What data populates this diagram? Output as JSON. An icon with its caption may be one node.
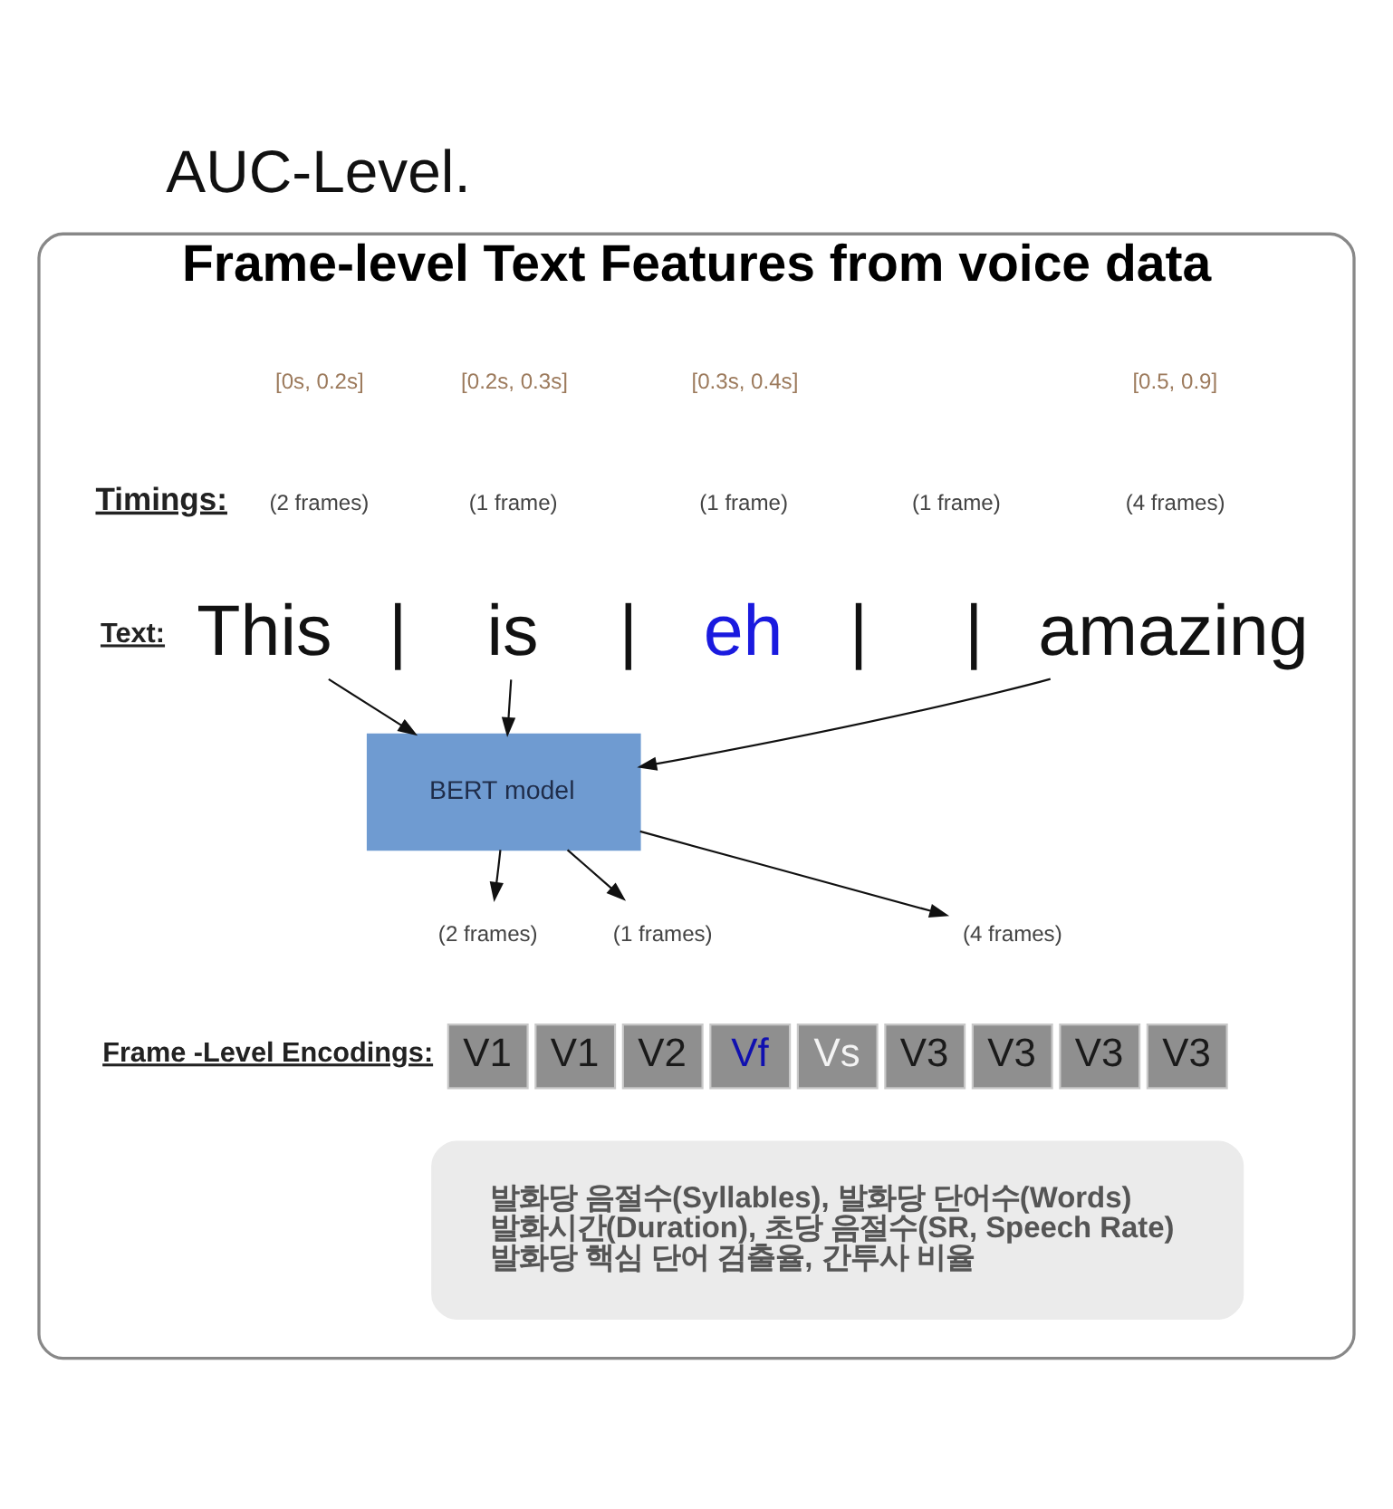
{
  "diagram": {
    "nodes": [
      {
        "text": [
          "Frame-level Text Features from voice data"
        ]
      },
      {
        "text": [
          "This"
        ],
        "in": 0
      },
      {
        "text": [
          "is"
        ],
        "in": 0
      },
      {
        "text": [
          "eh"
        ],
        "in": 0
      },
      {
        "text": [
          "amazing"
        ],
        "in": 0
      },
      {
        "text": [
          "BERT model"
        ],
        "in": 0
      },
      {
        "text": [
          "(2 frames)"
        ],
        "in": 0
      },
      {
        "text": [
          "(1 frames)"
        ],
        "in": 0
      },
      {
        "text": [
          "(4 frames)"
        ],
        "in": 0
      },
      {
        "text": [
          "V1"
        ],
        "in": 0
      },
      {
        "text": [
          "V1"
        ],
        "in": 0
      },
      {
        "text": [
          "V2"
        ],
        "in": 0
      },
      {
        "text": [
          "Vf"
        ],
        "in": 0
      },
      {
        "text": [
          "Vs"
        ],
        "in": 0
      },
      {
        "text": [
          "V3"
        ],
        "in": 0
      },
      {
        "text": [
          "V3"
        ],
        "in": 0
      },
      {
        "text": [
          "V3"
        ],
        "in": 0
      },
      {
        "text": [
          "V3"
        ],
        "in": 0
      },
      {
        "text": [
          "발화당 음절수(Syllables), 발화당 단어수(Words)",
          "발화시간(Duration), 초당 음절수(SR, Speech Rate)",
          "발화당 핵심 단어 검출율, 간투사 비율"
        ],
        "in": 0
      }
    ],
    "edges": [
      {
        "from": 1,
        "to": 5,
        "arrow": "to"
      },
      {
        "from": 2,
        "to": 5,
        "arrow": "to"
      },
      {
        "from": 4,
        "to": 5,
        "arrow": "to"
      },
      {
        "from": 5,
        "to": 6,
        "arrow": "to"
      },
      {
        "from": 5,
        "to": 7,
        "arrow": "to"
      },
      {
        "from": 5,
        "to": 8,
        "arrow": "to"
      }
    ],
    "labels": [
      "AUC-Level.",
      "Timings:",
      "[0s, 0.2s]",
      "[0.2s, 0.3s]",
      "[0.3s, 0.4s]",
      "[0.5, 0.9]",
      "(2 frames)",
      "(1 frame)",
      "(1 frame)",
      "(1 frame)",
      "(4 frames)",
      "Text:",
      "|",
      "|",
      "|",
      "|",
      "Frame -Level Encodings:"
    ]
  }
}
